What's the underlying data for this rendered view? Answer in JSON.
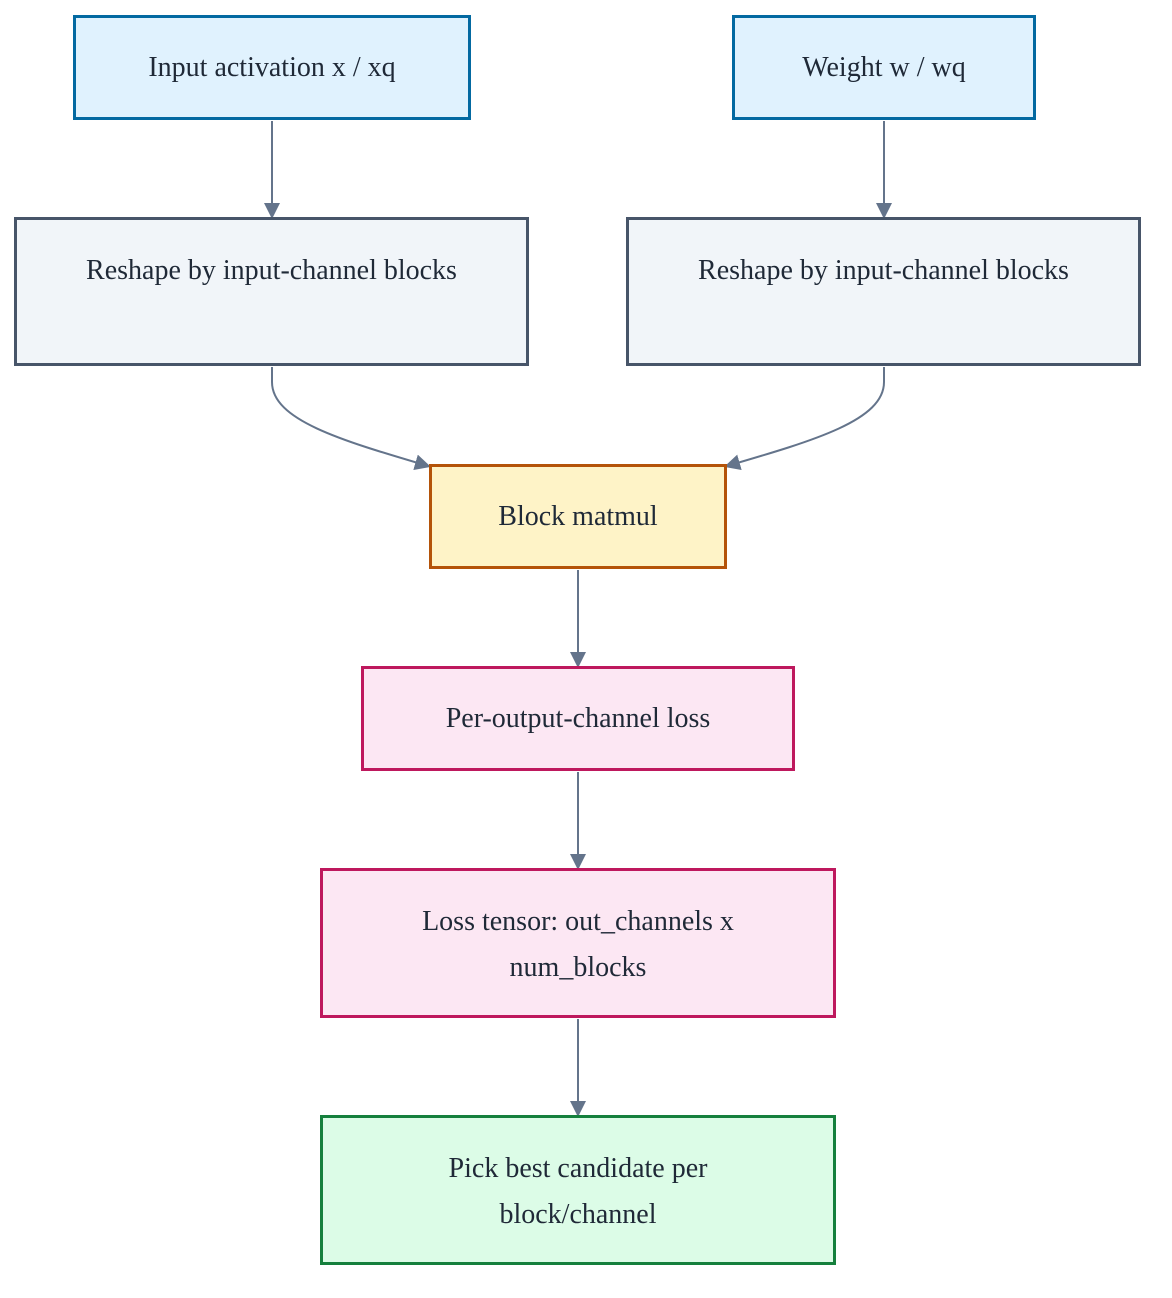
{
  "nodes": {
    "input_activation": "Input activation x / xq",
    "weight": "Weight w / wq",
    "reshape_left": "Reshape by input-channel blocks",
    "reshape_right": "Reshape by input-channel blocks",
    "block_matmul": "Block matmul",
    "per_output_loss": "Per-output-channel loss",
    "loss_tensor": "Loss tensor: out_channels x num_blocks",
    "pick_best": "Pick best candidate per block/channel"
  },
  "edges": [
    {
      "from": "input_activation",
      "to": "reshape_left"
    },
    {
      "from": "weight",
      "to": "reshape_right"
    },
    {
      "from": "reshape_left",
      "to": "block_matmul"
    },
    {
      "from": "reshape_right",
      "to": "block_matmul"
    },
    {
      "from": "block_matmul",
      "to": "per_output_loss"
    },
    {
      "from": "per_output_loss",
      "to": "loss_tensor"
    },
    {
      "from": "loss_tensor",
      "to": "pick_best"
    }
  ],
  "colors": {
    "edge": "#64748b",
    "input_fill": "#e0f2fe",
    "input_border": "#0369a1",
    "reshape_fill": "#f1f5f9",
    "reshape_border": "#475569",
    "matmul_fill": "#fef3c7",
    "matmul_border": "#b45309",
    "loss_fill": "#fce7f3",
    "loss_border": "#be185d",
    "result_fill": "#dcfce7",
    "result_border": "#15803d"
  }
}
